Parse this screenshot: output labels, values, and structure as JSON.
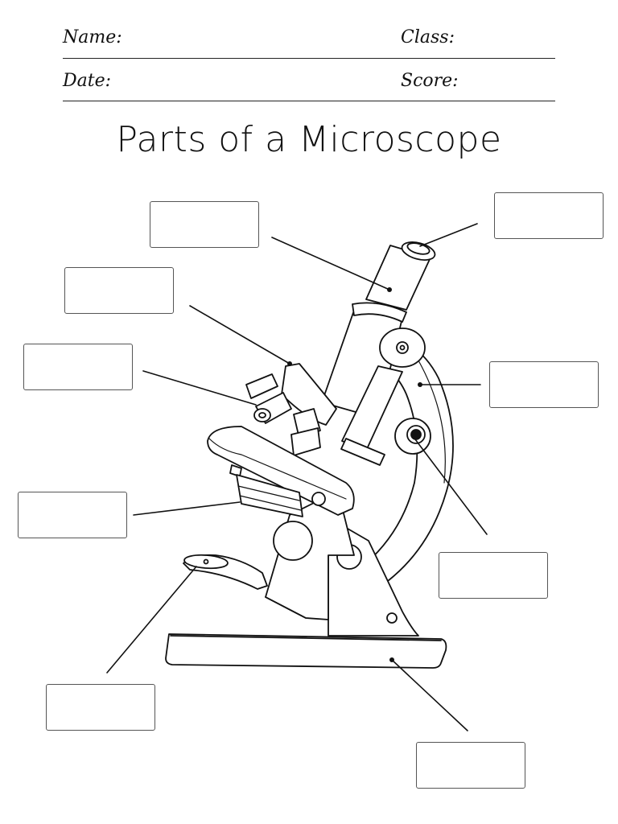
{
  "header": {
    "name_label": "Name:",
    "class_label": "Class:",
    "date_label": "Date:",
    "score_label": "Score:"
  },
  "title": "Parts of a Microscope",
  "answer_boxes": [
    {
      "id": "box-top-center",
      "value": ""
    },
    {
      "id": "box-top-right",
      "value": ""
    },
    {
      "id": "box-upper-left",
      "value": ""
    },
    {
      "id": "box-mid-left",
      "value": ""
    },
    {
      "id": "box-right-middle",
      "value": ""
    },
    {
      "id": "box-lower-left",
      "value": ""
    },
    {
      "id": "box-lower-right",
      "value": ""
    },
    {
      "id": "box-bottom-left",
      "value": ""
    },
    {
      "id": "box-bottom-right",
      "value": ""
    }
  ]
}
